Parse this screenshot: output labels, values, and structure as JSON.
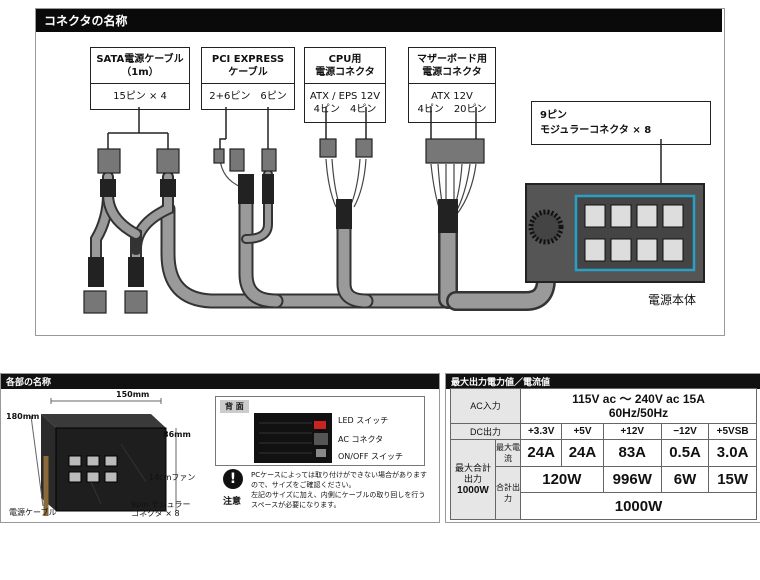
{
  "connectors": {
    "title": "コネクタの名称",
    "sata": {
      "title_line1": "SATA電源ケーブル",
      "title_line2": "（1m）",
      "pins": "15ピン × 4"
    },
    "pci": {
      "title_line1": "PCI EXPRESS",
      "title_line2": "ケーブル",
      "pins": "2+6ピン　6ピン"
    },
    "cpu": {
      "title_line1": "CPU用",
      "title_line2": "電源コネクタ",
      "type": "ATX / EPS 12V",
      "pins": "4ピン　4ピン"
    },
    "mb": {
      "title_line1": "マザーボード用",
      "title_line2": "電源コネクタ",
      "type": "ATX 12V",
      "pins": "4ピン　20ピン"
    },
    "modular": {
      "line1": "9ピン",
      "line2": "モジュラーコネクタ × 8"
    },
    "psu_body": "電源本体"
  },
  "parts": {
    "title": "各部の名称",
    "width": "150mm",
    "depth": "180mm",
    "height": "86mm",
    "fan": "14cmファン",
    "modular": "9pin モジュラー",
    "modular2": "コネクタ × 8",
    "cable": "電源ケーブル",
    "back_title": "背 面",
    "led_switch": "LED スイッチ",
    "ac_connector": "AC コネクタ",
    "onoff": "ON/OFF スイッチ",
    "caution_label": "注意",
    "caution_text": [
      "PCケースによっては取り付けができない場合があります",
      "ので、サイズをご確認ください。",
      "左記のサイズに加え、内側にケーブルの取り回しを行う",
      "スペースが必要になります。"
    ]
  },
  "spec": {
    "title": "最大出力電力値／電流値",
    "ac_label": "AC入力",
    "ac_value_line1": "115V ac ～ 240V ac  15A",
    "ac_value_line2": "60Hz/50Hz",
    "dc_label": "DC出力",
    "rails": [
      "+3.3V",
      "+5V",
      "+12V",
      "−12V",
      "+5VSB"
    ],
    "total_label_1": "最大合計",
    "total_label_2": "出力",
    "total_label_3": "1000W",
    "max_current_label": "最大電流",
    "currents": [
      "24A",
      "24A",
      "83A",
      "0.5A",
      "3.0A"
    ],
    "combined_label": "合計出力",
    "combined": [
      "120W",
      "996W",
      "6W",
      "15W"
    ],
    "total": "1000W"
  }
}
